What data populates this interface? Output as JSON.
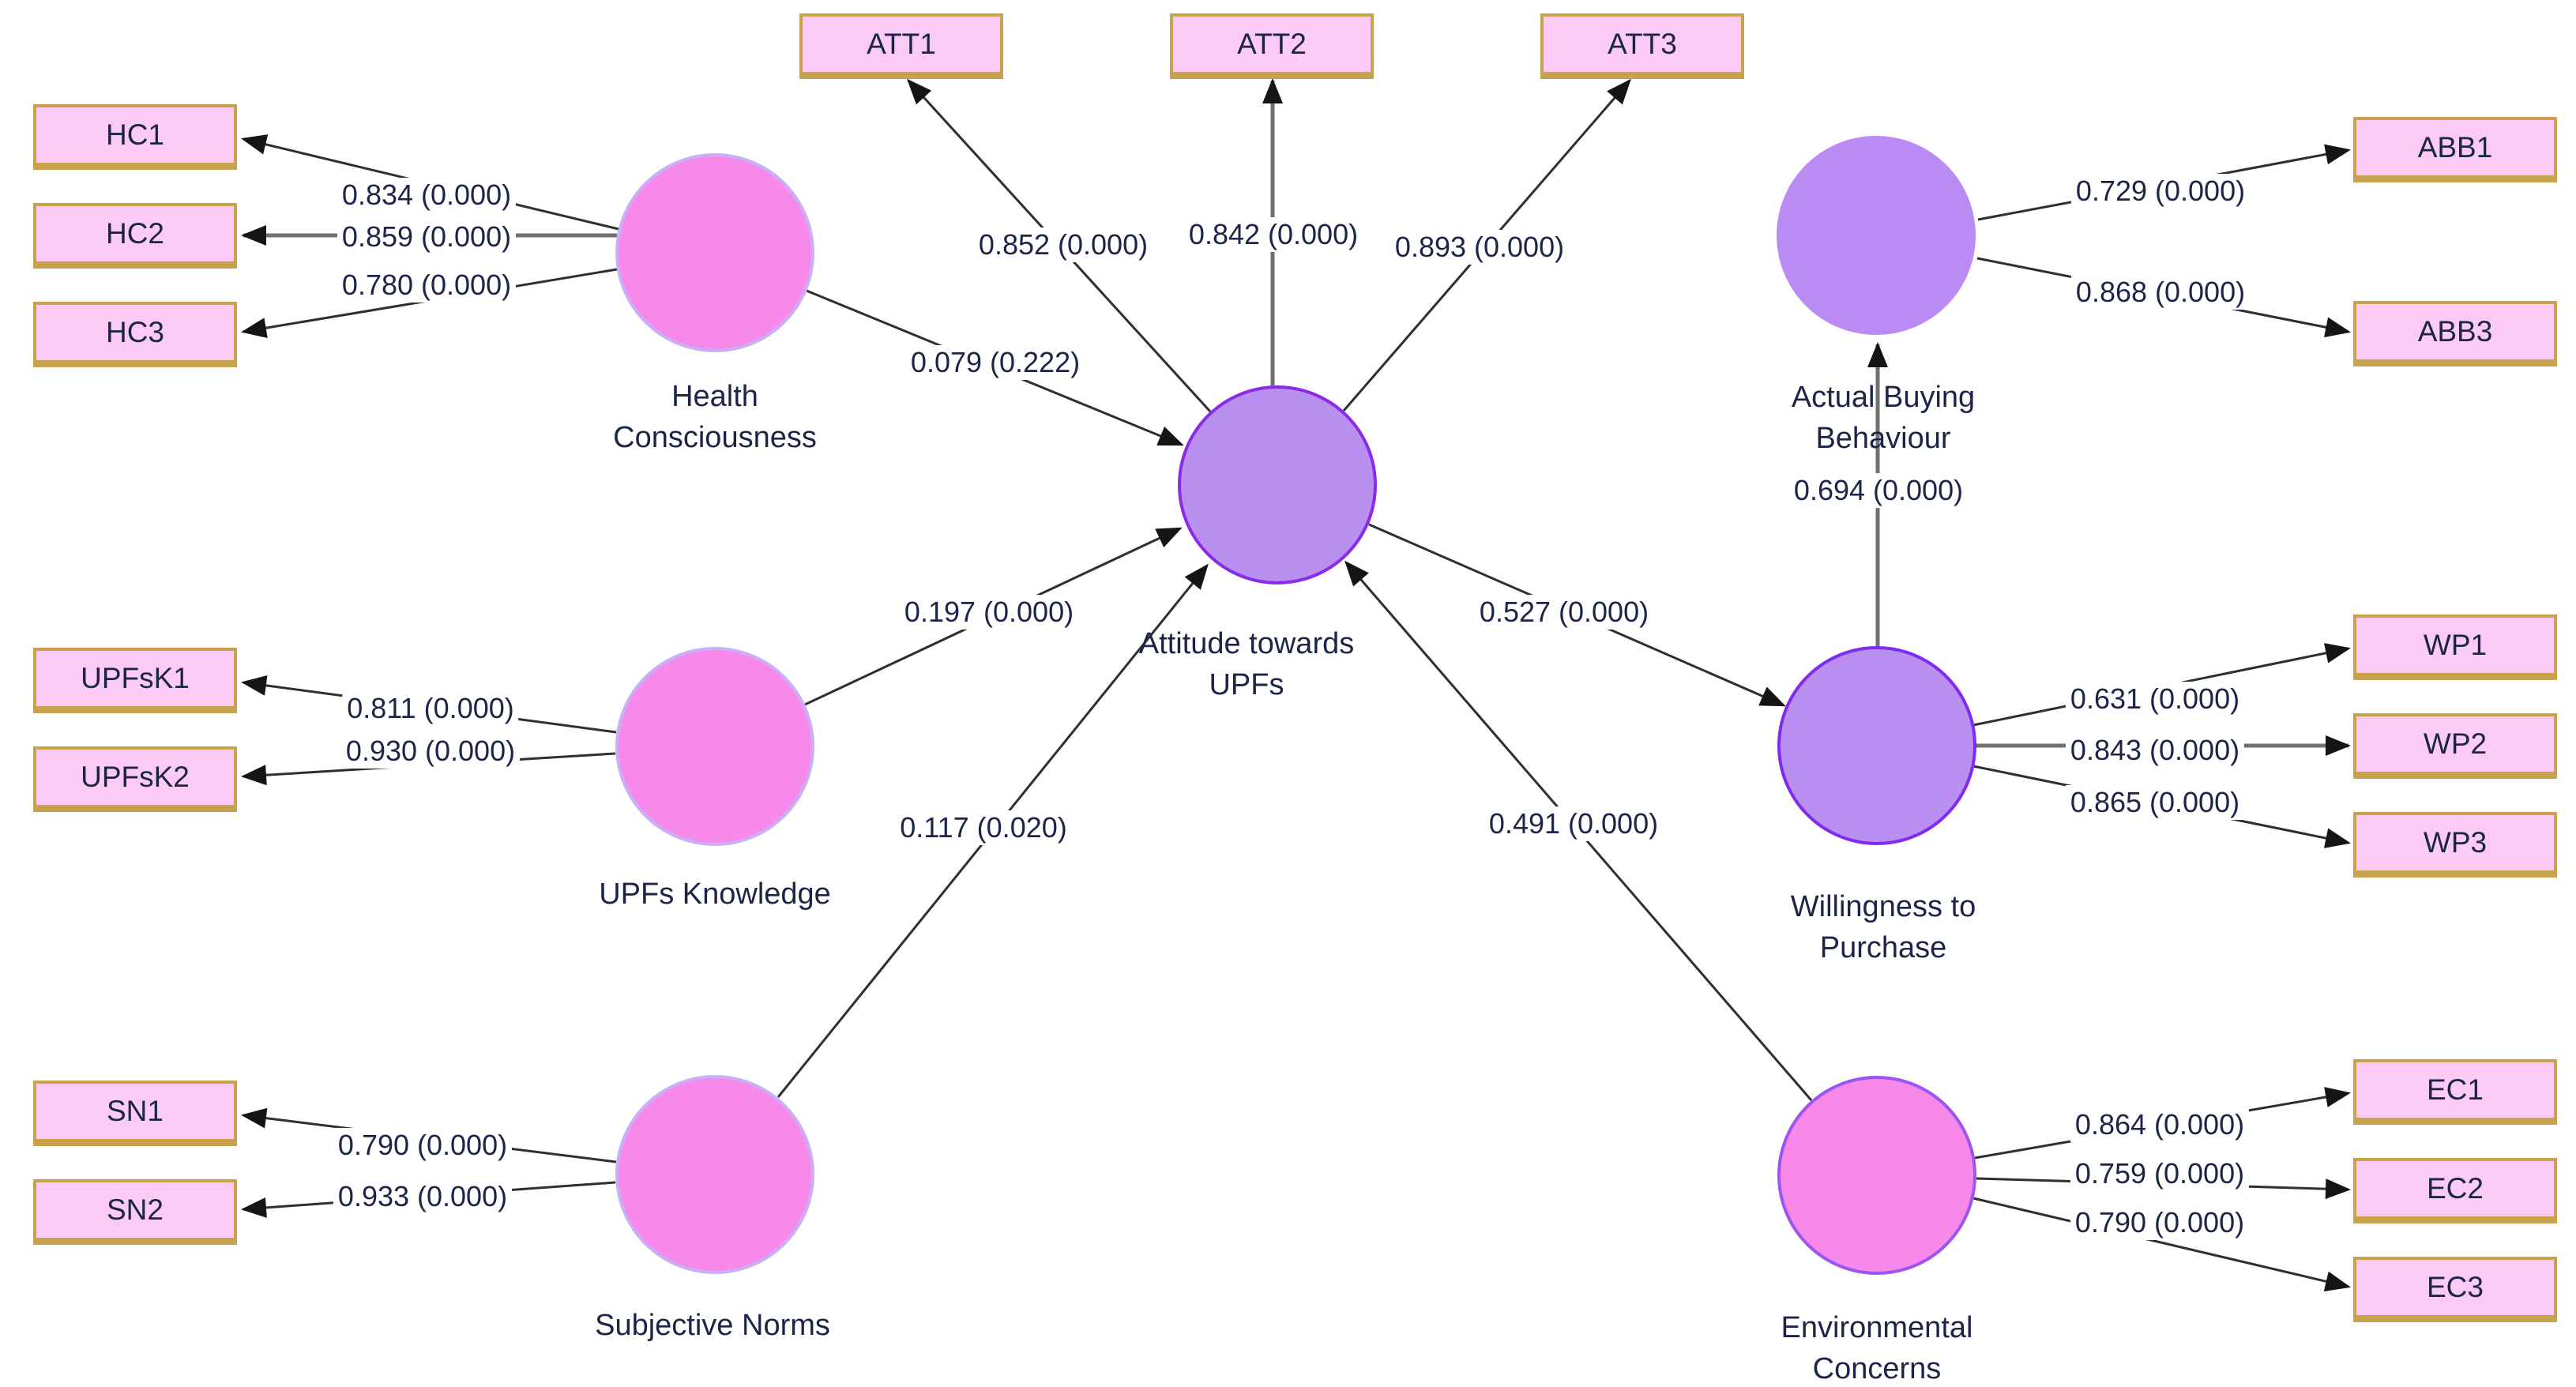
{
  "latents": {
    "hc": {
      "line1": "Health",
      "line2": "Consciousness"
    },
    "upfk": {
      "line1": "UPFs Knowledge",
      "line2": ""
    },
    "sn": {
      "line1": "Subjective Norms",
      "line2": ""
    },
    "att": {
      "line1": "Attitude towards",
      "line2": "UPFs"
    },
    "abb": {
      "line1": "Actual Buying",
      "line2": "Behaviour"
    },
    "wp": {
      "line1": "Willingness to",
      "line2": "Purchase"
    },
    "ec": {
      "line1": "Environmental",
      "line2": "Concerns"
    }
  },
  "indicators": {
    "hc1": "HC1",
    "hc2": "HC2",
    "hc3": "HC3",
    "att1": "ATT1",
    "att2": "ATT2",
    "att3": "ATT3",
    "upfk1": "UPFsK1",
    "upfk2": "UPFsK2",
    "sn1": "SN1",
    "sn2": "SN2",
    "abb1": "ABB1",
    "abb3": "ABB3",
    "wp1": "WP1",
    "wp2": "WP2",
    "wp3": "WP3",
    "ec1": "EC1",
    "ec2": "EC2",
    "ec3": "EC3"
  },
  "loadings": {
    "hc_hc1": "0.834 (0.000)",
    "hc_hc2": "0.859 (0.000)",
    "hc_hc3": "0.780 (0.000)",
    "att_att1": "0.852 (0.000)",
    "att_att2": "0.842 (0.000)",
    "att_att3": "0.893 (0.000)",
    "upfk_upfk1": "0.811 (0.000)",
    "upfk_upfk2": "0.930 (0.000)",
    "sn_sn1": "0.790 (0.000)",
    "sn_sn2": "0.933 (0.000)",
    "abb_abb1": "0.729 (0.000)",
    "abb_abb3": "0.868 (0.000)",
    "wp_wp1": "0.631 (0.000)",
    "wp_wp2": "0.843 (0.000)",
    "wp_wp3": "0.865 (0.000)",
    "ec_ec1": "0.864 (0.000)",
    "ec_ec2": "0.759 (0.000)",
    "ec_ec3": "0.790 (0.000)"
  },
  "paths": {
    "hc_att": "0.079 (0.222)",
    "upfk_att": "0.197 (0.000)",
    "sn_att": "0.117 (0.020)",
    "ec_att": "0.491 (0.000)",
    "att_wp": "0.527 (0.000)",
    "wp_abb": "0.694 (0.000)"
  },
  "colors": {
    "ink": "#1c2547",
    "line": "#2f2f2f",
    "lineThick": "#707070",
    "boxFill": "#fbcaf5",
    "boxBorder": "#c9a24d",
    "pinkFill": "#f689ea",
    "pinkBorder": "#c9b0f6",
    "ecBorder": "#9b55f0",
    "attFill": "#b98ff0",
    "attBorder": "#8a2be9",
    "wpFill": "#ba8ff2",
    "wpBorder": "#7f2bf2",
    "abbFill": "#bb8bf4",
    "arrow": "#151515"
  }
}
